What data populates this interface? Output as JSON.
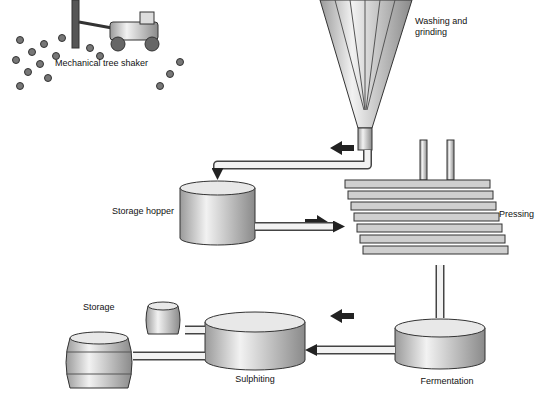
{
  "diagram": {
    "nodes": [
      {
        "text": [
          "Mechanical tree shaker"
        ]
      },
      {
        "text": [
          "Washing and grinding"
        ]
      },
      {
        "text": [
          "Storage hopper"
        ]
      },
      {
        "text": [
          "Pressing"
        ]
      },
      {
        "text": [
          "Fermentation"
        ]
      },
      {
        "text": [
          "Sulphiting"
        ]
      },
      {
        "text": [
          "Storage"
        ]
      }
    ],
    "edges": [
      {
        "from": 1,
        "to": 2,
        "arrow": "to"
      },
      {
        "from": 2,
        "to": 3,
        "arrow": "to"
      },
      {
        "from": 3,
        "to": 4,
        "arrow": "none"
      },
      {
        "from": 4,
        "to": 5,
        "arrow": "to"
      },
      {
        "from": 5,
        "to": 6,
        "arrow": "none"
      }
    ]
  }
}
